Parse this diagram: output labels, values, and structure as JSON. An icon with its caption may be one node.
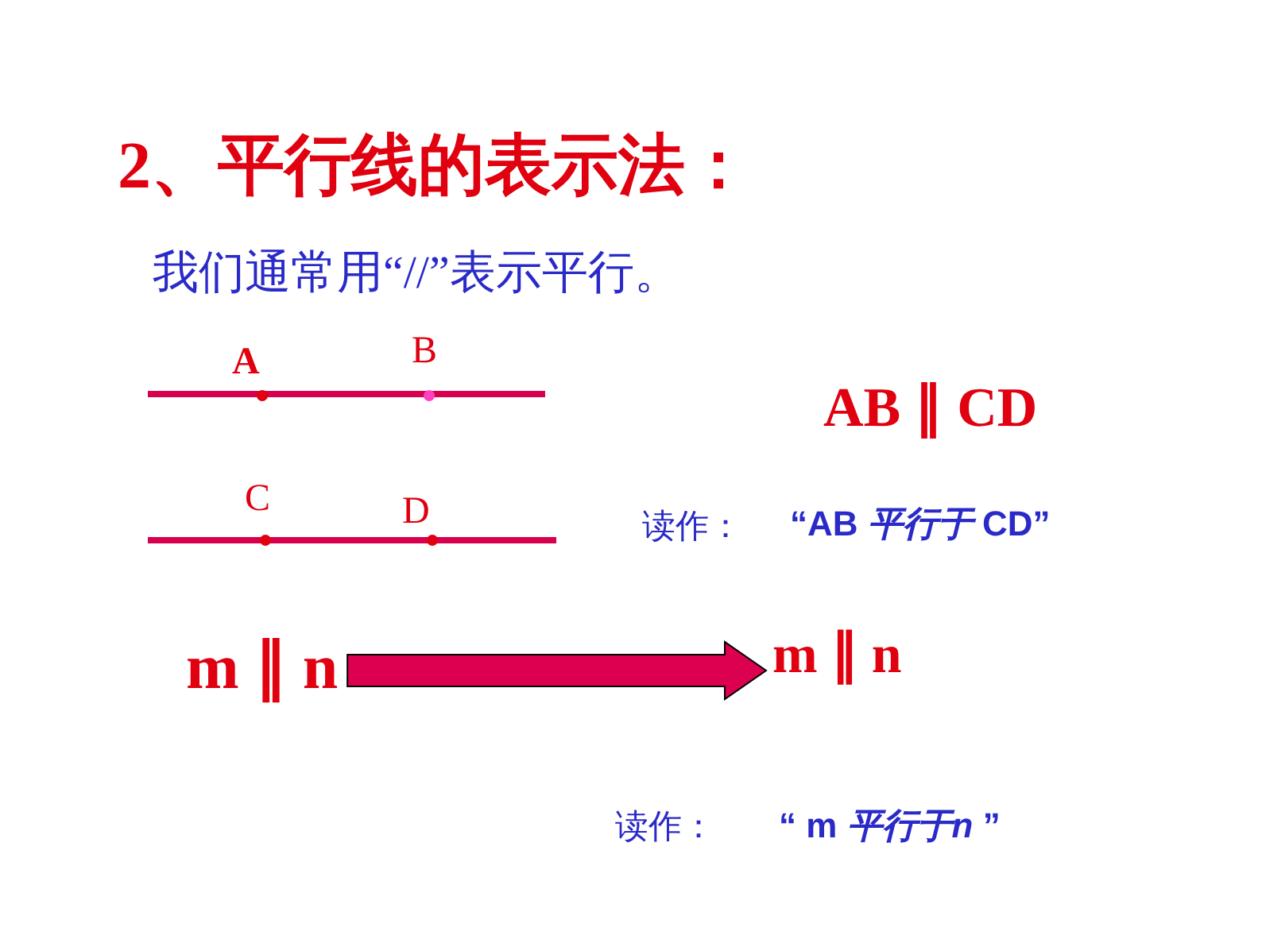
{
  "diagram": {
    "title": "2、平行线的表示法：",
    "nodes": [
      {
        "text": [
          "m ∥ n"
        ]
      },
      {
        "text": [
          "m ∥ n"
        ]
      }
    ],
    "edges": [
      {
        "from": 0,
        "to": 1,
        "arrow": "to"
      }
    ],
    "labels": [
      "我们通常用“//”表示平行。",
      "A",
      "B",
      "C",
      "D",
      "AB ∥ CD",
      "读作：",
      "“AB *平行于* CD”",
      "读作：",
      "“ m *平行于n* ”"
    ]
  }
}
